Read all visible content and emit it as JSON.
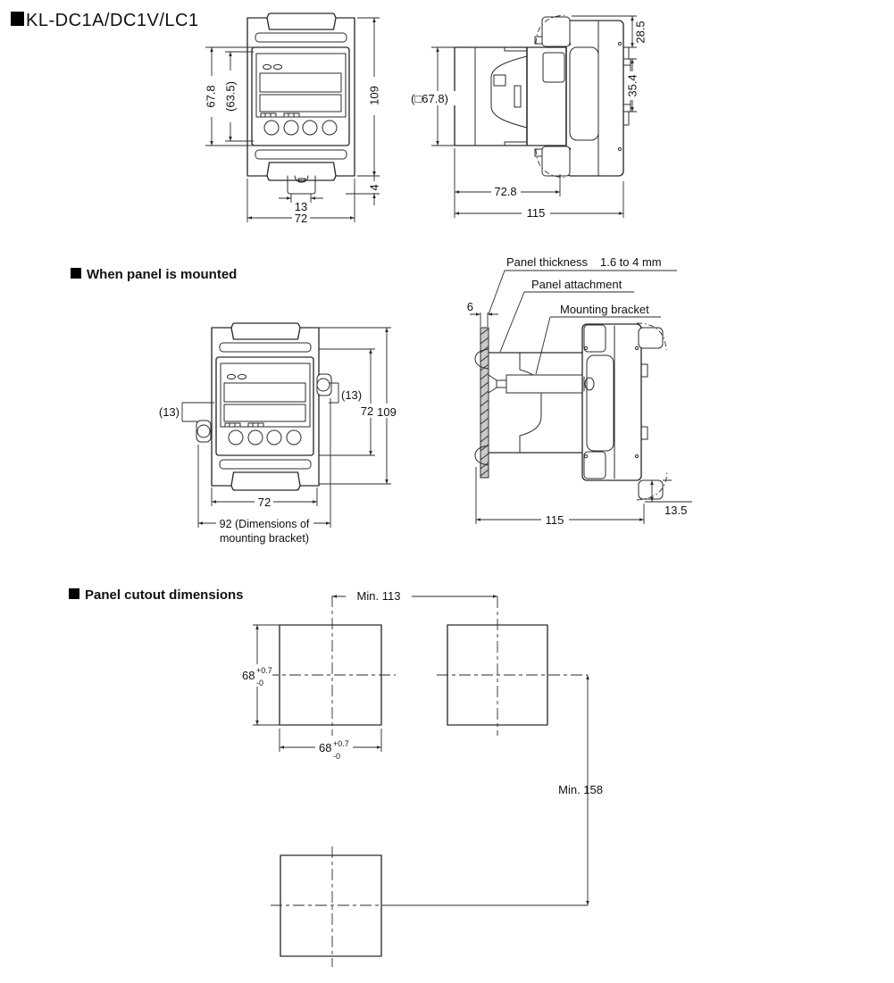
{
  "title": {
    "label": "KL-DC1A/DC1V/LC1"
  },
  "product_views": {
    "front": {
      "bezel_height": "67.8",
      "inner_height": "(63.5)",
      "total_height": "109",
      "clip_width": "13",
      "width": "72",
      "clip_depth": "4"
    },
    "side": {
      "face_size": "(□67.8)",
      "clip_section_height": "28.5",
      "rail_section_height": "35.4",
      "front_depth": "72.8",
      "total_depth": "115"
    }
  },
  "mounted": {
    "heading": "When panel is mounted",
    "front": {
      "left_offset": "(13)",
      "right_offset": "(13)",
      "inner_height": "72",
      "total_height": "109",
      "width": "72",
      "bracket_note_line1": "92 (Dimensions of",
      "bracket_note_line2": "mounting bracket)"
    },
    "side": {
      "panel_thickness_label": "Panel thickness",
      "panel_thickness_range": "1.6 to 4 mm",
      "panel_attachment_label": "Panel attachment",
      "mounting_bracket_label": "Mounting bracket",
      "panel_thickness": "6",
      "total_depth": "115",
      "rear_clearance": "13.5"
    }
  },
  "cutout": {
    "heading": "Panel cutout dimensions",
    "horizontal_pitch": "Min. 113",
    "vertical_pitch": "Min. 158",
    "size": "68",
    "tolerance_plus": "+0.7",
    "tolerance_minus": "-0"
  }
}
